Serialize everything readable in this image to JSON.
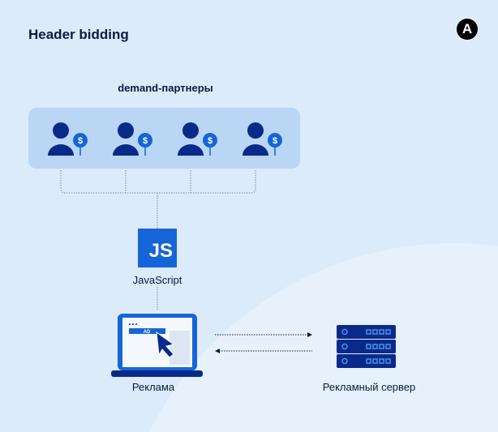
{
  "title": "Header bidding",
  "demand_label": "demand-партнеры",
  "js_badge": "JS",
  "js_label": "JavaScript",
  "ad_tag": "AD",
  "ad_label": "Реклама",
  "server_label": "Рекламный сервер",
  "logo_letter": "A",
  "colors": {
    "background": "#dcebfa",
    "partner_box": "#b9d6f5",
    "navy": "#0a2a8a",
    "accent": "#1565d8"
  }
}
